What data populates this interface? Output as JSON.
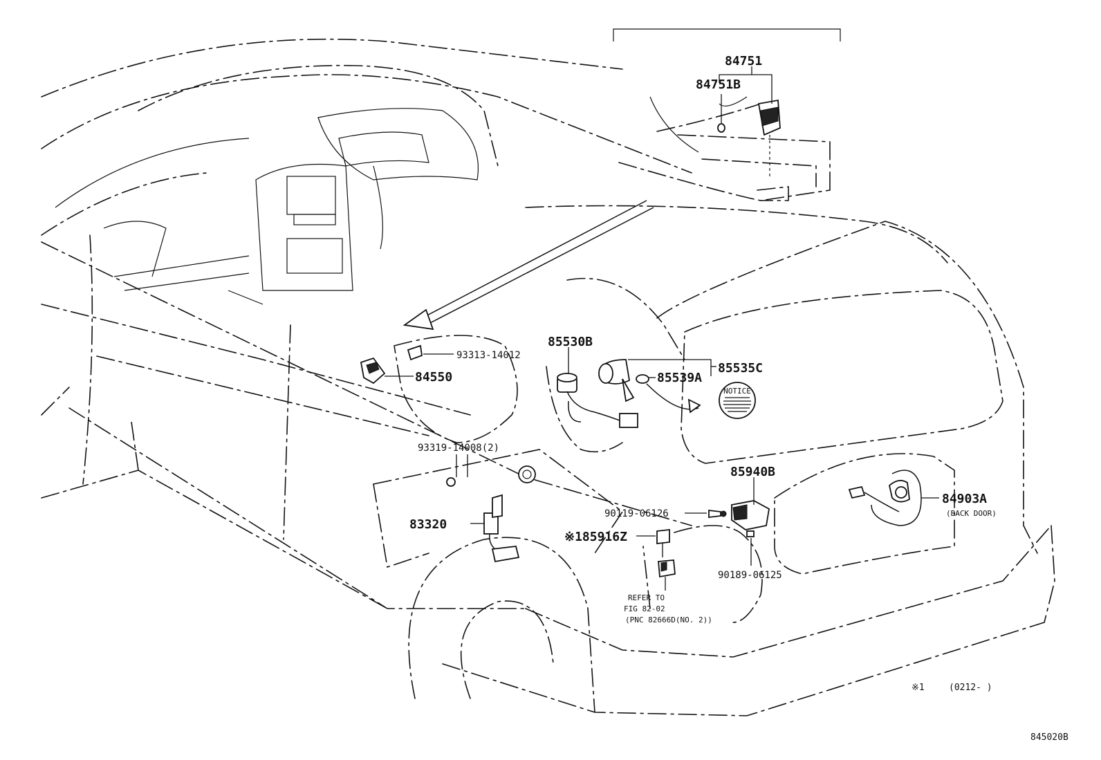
{
  "labels": {
    "p84751": "84751",
    "p84751b": "84751B",
    "p85530b": "85530B",
    "p85535c": "85535C",
    "p85539a": "85539A",
    "p93313": "93313-14012",
    "p84550": "84550",
    "p93319": "93319-14008(2)",
    "p85940b": "85940B",
    "p84903a": "84903A",
    "back_door": "(BACK DOOR)",
    "p83320": "83320",
    "p90119": "90119-06126",
    "p185916z": "※185916Z",
    "p90189": "90189-06125",
    "refer_line1": "REFER TO",
    "refer_line2": "FIG 82-02",
    "refer_line3": "(PNC 82666D(NO. 2))",
    "notice": "NOTICE",
    "footnote_mark": "※1",
    "footnote_range": "(0212-      )",
    "figure_code": "845020B"
  }
}
